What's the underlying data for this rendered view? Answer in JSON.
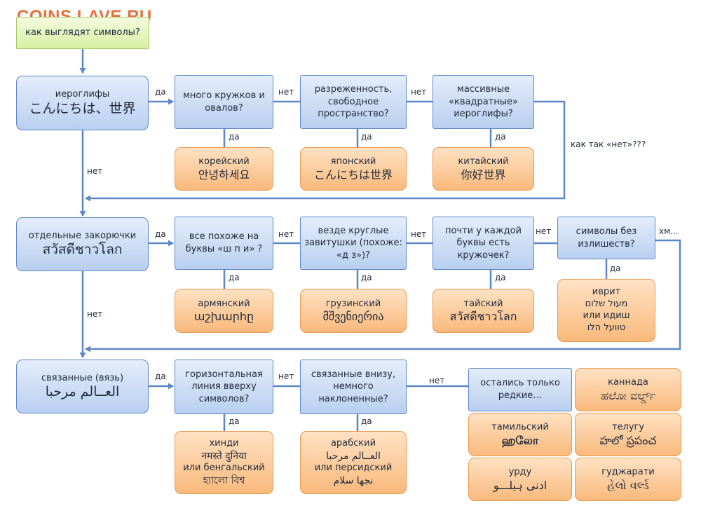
{
  "watermark": "COINS.LAVE.RU",
  "start": "как выглядят символы?",
  "yes": "да",
  "no": "нет",
  "rows": {
    "hier": {
      "q": "иероглифы",
      "sample": "こんにちは、世界"
    },
    "curl": {
      "q": "отдельные закорючки",
      "sample": "สวัสดีชาวโลก"
    },
    "ligature": {
      "q": "связанные (вязь)",
      "sample": "العــالم مرحبا"
    }
  },
  "questions": {
    "q1": "много кружков и овалов?",
    "q2": "разреженность, свободное пространство?",
    "q3": "массивные «квадратные» иероглифы?",
    "q4": "все похоже на буквы «ш п и» ?",
    "q5": "везде круглые завитушки (похоже: «д з»)?",
    "q6": "почти у каждой буквы есть кружочек?",
    "q7": "символы без излишеств?",
    "q8": "горизонтальная линия вверху символов?",
    "q9": "связанные внизу, немного наклоненные?",
    "q10": "остались только редкие…"
  },
  "answers": {
    "korean": {
      "name": "корейский",
      "sample": "안녕하세요"
    },
    "japanese": {
      "name": "японский",
      "sample": "こんにちは世界"
    },
    "chinese": {
      "name": "китайский",
      "sample": "你好世界"
    },
    "armenian": {
      "name": "армянский",
      "sample": "աշխարհը"
    },
    "georgian": {
      "name": "грузинский",
      "sample": "მშვენიერია"
    },
    "thai": {
      "name": "тайский",
      "sample": "สวัสดีชาวโลก"
    },
    "hebrew": {
      "name": "иврит",
      "sample1": "מעול שלום",
      "or": "или идиш",
      "sample2": "טוועל הלו"
    },
    "hindi": {
      "name": "хинди",
      "sample1": "नमस्ते दुनिया",
      "or": "или бенгальский",
      "sample2": "হ্যালো বিশ্ব"
    },
    "arabic": {
      "name": "арабский",
      "sample1": "العــالم مرحبا",
      "or": "или персидский",
      "sample2": "نجها سلام"
    },
    "kannada": {
      "name": "каннада",
      "sample": "ಹಲೋ ವರ್ಲ್ಡ್"
    },
    "tamil": {
      "name": "тамильский",
      "sample": "ஹலோ"
    },
    "telugu": {
      "name": "телугу",
      "sample": "హలో ప్రపంచ"
    },
    "urdu": {
      "name": "урду",
      "sample": "ادنی ہیلـــو"
    },
    "gujarati": {
      "name": "гуджарати",
      "sample": "હેલો વર્લ્ડ"
    }
  },
  "notes": {
    "howno": "как так «нет»???",
    "hmm": "хм..."
  }
}
